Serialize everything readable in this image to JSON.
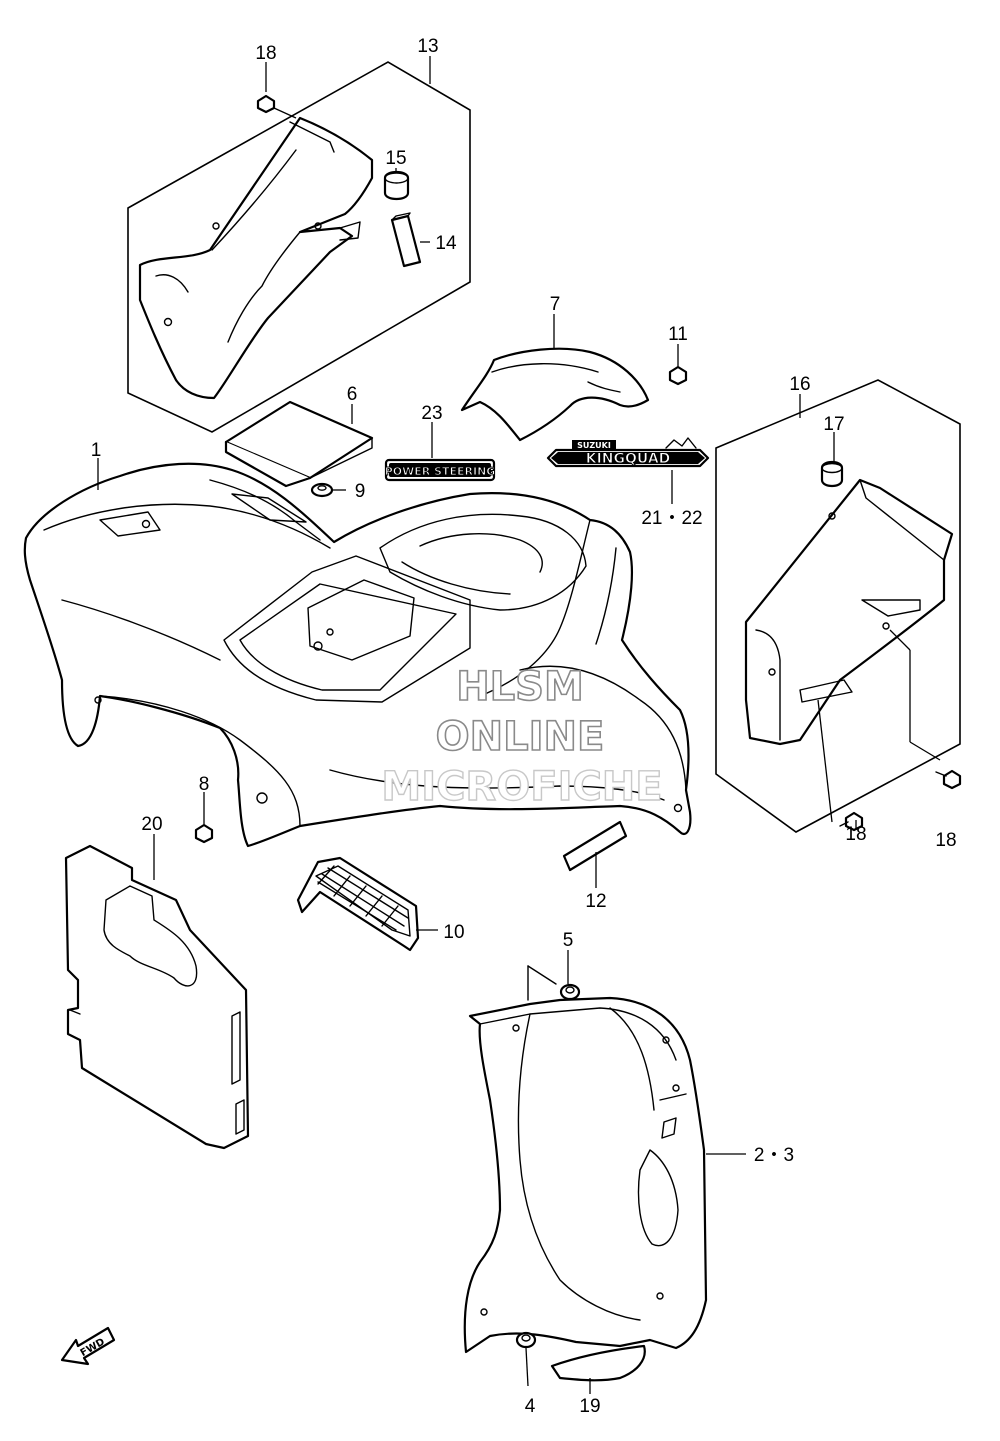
{
  "watermark": {
    "line1": "HLSM",
    "line2": "ONLINE",
    "line3": "MICROFICHE"
  },
  "decals": {
    "power_steering": "POWER STEERING",
    "brand_small": "SUZUKI",
    "kingquad": "KINGQUAD"
  },
  "fwd_label": "FWD",
  "callouts": {
    "c1": "1",
    "c2_3": "2・3",
    "c4": "4",
    "c5": "5",
    "c6": "6",
    "c7": "7",
    "c8": "8",
    "c9": "9",
    "c10": "10",
    "c11": "11",
    "c12": "12",
    "c13": "13",
    "c14": "14",
    "c15": "15",
    "c16": "16",
    "c17": "17",
    "c18_top": "18",
    "c18_mid": "18",
    "c18_right": "18",
    "c19": "19",
    "c20": "20",
    "c21_22": "21・22",
    "c23": "23"
  }
}
